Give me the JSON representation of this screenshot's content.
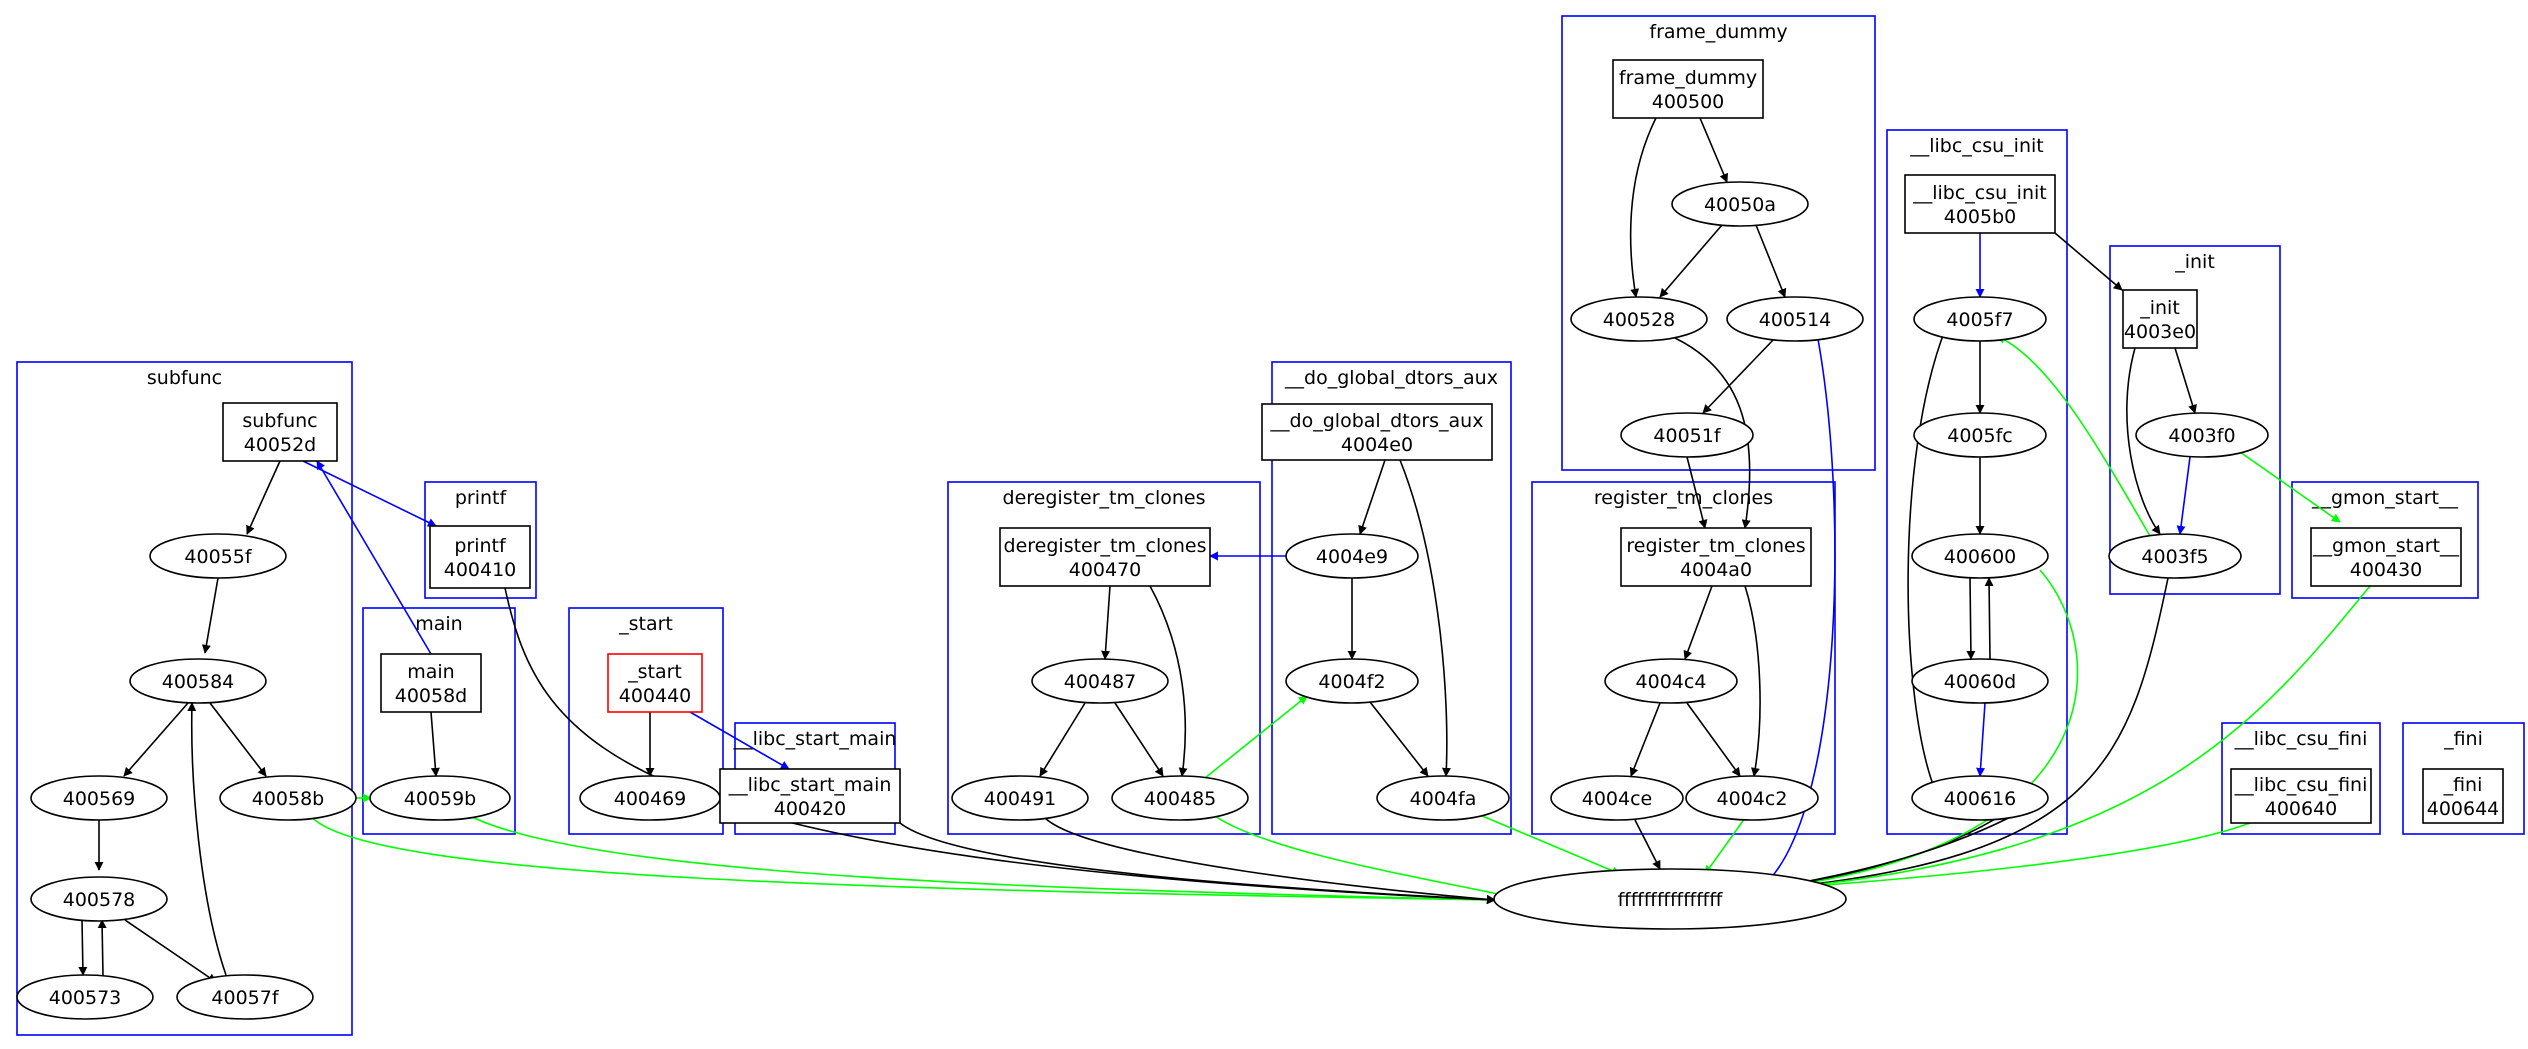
{
  "colors": {
    "black": "#000000",
    "blue": "#0000ff",
    "green": "#00ff00",
    "red": "#ff0000"
  },
  "clusters": [
    {
      "id": "subfunc",
      "title": "subfunc"
    },
    {
      "id": "printf",
      "title": "printf"
    },
    {
      "id": "main",
      "title": "main"
    },
    {
      "id": "start",
      "title": "_start"
    },
    {
      "id": "libc_start_main",
      "title": "__libc_start_main"
    },
    {
      "id": "deregister_tm_clones",
      "title": "deregister_tm_clones"
    },
    {
      "id": "do_global_dtors_aux",
      "title": "__do_global_dtors_aux"
    },
    {
      "id": "frame_dummy",
      "title": "frame_dummy"
    },
    {
      "id": "register_tm_clones",
      "title": "register_tm_clones"
    },
    {
      "id": "libc_csu_init",
      "title": "__libc_csu_init"
    },
    {
      "id": "init",
      "title": "_init"
    },
    {
      "id": "gmon_start",
      "title": "__gmon_start__"
    },
    {
      "id": "libc_csu_fini",
      "title": "__libc_csu_fini"
    },
    {
      "id": "fini",
      "title": "_fini"
    }
  ],
  "nodes": [
    {
      "id": "subfunc_entry",
      "shape": "box",
      "lines": [
        "subfunc",
        "40052d"
      ]
    },
    {
      "id": "n40055f",
      "shape": "ellipse",
      "lines": [
        "40055f"
      ]
    },
    {
      "id": "n400584",
      "shape": "ellipse",
      "lines": [
        "400584"
      ]
    },
    {
      "id": "n400569",
      "shape": "ellipse",
      "lines": [
        "400569"
      ]
    },
    {
      "id": "n40058b",
      "shape": "ellipse",
      "lines": [
        "40058b"
      ]
    },
    {
      "id": "n400578",
      "shape": "ellipse",
      "lines": [
        "400578"
      ]
    },
    {
      "id": "n400573",
      "shape": "ellipse",
      "lines": [
        "400573"
      ]
    },
    {
      "id": "n40057f",
      "shape": "ellipse",
      "lines": [
        "40057f"
      ]
    },
    {
      "id": "printf_entry",
      "shape": "box",
      "lines": [
        "printf",
        "400410"
      ]
    },
    {
      "id": "main_entry",
      "shape": "box",
      "lines": [
        "main",
        "40058d"
      ]
    },
    {
      "id": "n40059b",
      "shape": "ellipse",
      "lines": [
        "40059b"
      ]
    },
    {
      "id": "start_entry",
      "shape": "box",
      "lines": [
        "_start",
        "400440"
      ],
      "color": "red"
    },
    {
      "id": "n400469",
      "shape": "ellipse",
      "lines": [
        "400469"
      ]
    },
    {
      "id": "libc_start_main_entry",
      "shape": "box",
      "lines": [
        "__libc_start_main",
        "400420"
      ]
    },
    {
      "id": "dereg_entry",
      "shape": "box",
      "lines": [
        "deregister_tm_clones",
        "400470"
      ]
    },
    {
      "id": "n400487",
      "shape": "ellipse",
      "lines": [
        "400487"
      ]
    },
    {
      "id": "n400491",
      "shape": "ellipse",
      "lines": [
        "400491"
      ]
    },
    {
      "id": "n400485",
      "shape": "ellipse",
      "lines": [
        "400485"
      ]
    },
    {
      "id": "dtors_entry",
      "shape": "box",
      "lines": [
        "__do_global_dtors_aux",
        "4004e0"
      ]
    },
    {
      "id": "n4004e9",
      "shape": "ellipse",
      "lines": [
        "4004e9"
      ]
    },
    {
      "id": "n4004f2",
      "shape": "ellipse",
      "lines": [
        "4004f2"
      ]
    },
    {
      "id": "n4004fa",
      "shape": "ellipse",
      "lines": [
        "4004fa"
      ]
    },
    {
      "id": "frame_entry",
      "shape": "box",
      "lines": [
        "frame_dummy",
        "400500"
      ]
    },
    {
      "id": "n40050a",
      "shape": "ellipse",
      "lines": [
        "40050a"
      ]
    },
    {
      "id": "n400528",
      "shape": "ellipse",
      "lines": [
        "400528"
      ]
    },
    {
      "id": "n400514",
      "shape": "ellipse",
      "lines": [
        "400514"
      ]
    },
    {
      "id": "n40051f",
      "shape": "ellipse",
      "lines": [
        "40051f"
      ]
    },
    {
      "id": "reg_entry",
      "shape": "box",
      "lines": [
        "register_tm_clones",
        "4004a0"
      ]
    },
    {
      "id": "n4004c4",
      "shape": "ellipse",
      "lines": [
        "4004c4"
      ]
    },
    {
      "id": "n4004ce",
      "shape": "ellipse",
      "lines": [
        "4004ce"
      ]
    },
    {
      "id": "n4004c2",
      "shape": "ellipse",
      "lines": [
        "4004c2"
      ]
    },
    {
      "id": "csu_init_entry",
      "shape": "box",
      "lines": [
        "__libc_csu_init",
        "4005b0"
      ]
    },
    {
      "id": "n4005f7",
      "shape": "ellipse",
      "lines": [
        "4005f7"
      ]
    },
    {
      "id": "n4005fc",
      "shape": "ellipse",
      "lines": [
        "4005fc"
      ]
    },
    {
      "id": "n400600",
      "shape": "ellipse",
      "lines": [
        "400600"
      ]
    },
    {
      "id": "n40060d",
      "shape": "ellipse",
      "lines": [
        "40060d"
      ]
    },
    {
      "id": "n400616",
      "shape": "ellipse",
      "lines": [
        "400616"
      ]
    },
    {
      "id": "init_entry",
      "shape": "box",
      "lines": [
        "_init",
        "4003e0"
      ]
    },
    {
      "id": "n4003f0",
      "shape": "ellipse",
      "lines": [
        "4003f0"
      ]
    },
    {
      "id": "n4003f5",
      "shape": "ellipse",
      "lines": [
        "4003f5"
      ]
    },
    {
      "id": "gmon_entry",
      "shape": "box",
      "lines": [
        "__gmon_start__",
        "400430"
      ]
    },
    {
      "id": "csu_fini_entry",
      "shape": "box",
      "lines": [
        "__libc_csu_fini",
        "400640"
      ]
    },
    {
      "id": "fini_entry",
      "shape": "box",
      "lines": [
        "_fini",
        "400644"
      ]
    },
    {
      "id": "exit_node",
      "shape": "ellipse",
      "lines": [
        "ffffffffffffffff"
      ]
    }
  ],
  "edges": [
    {
      "from": "subfunc_entry",
      "to": "n40055f",
      "color": "black"
    },
    {
      "from": "subfunc_entry",
      "to": "printf_entry",
      "color": "blue"
    },
    {
      "from": "n40055f",
      "to": "n400584",
      "color": "black"
    },
    {
      "from": "n400584",
      "to": "n400569",
      "color": "black"
    },
    {
      "from": "n400584",
      "to": "n40058b",
      "color": "black"
    },
    {
      "from": "n400569",
      "to": "n400578",
      "color": "black"
    },
    {
      "from": "n400578",
      "to": "n400573",
      "color": "black"
    },
    {
      "from": "n400573",
      "to": "n400578",
      "color": "black"
    },
    {
      "from": "n400578",
      "to": "n40057f",
      "color": "black"
    },
    {
      "from": "n40057f",
      "to": "n400584",
      "color": "black"
    },
    {
      "from": "n40058b",
      "to": "n40059b",
      "color": "green"
    },
    {
      "from": "n40058b",
      "to": "exit_node",
      "color": "green"
    },
    {
      "from": "main_entry",
      "to": "subfunc_entry",
      "color": "blue"
    },
    {
      "from": "main_entry",
      "to": "n40059b",
      "color": "black"
    },
    {
      "from": "n40059b",
      "to": "exit_node",
      "color": "green"
    },
    {
      "from": "printf_entry",
      "to": "exit_node",
      "color": "black"
    },
    {
      "from": "start_entry",
      "to": "n400469",
      "color": "black"
    },
    {
      "from": "start_entry",
      "to": "libc_start_main_entry",
      "color": "blue"
    },
    {
      "from": "libc_start_main_entry",
      "to": "exit_node",
      "color": "black"
    },
    {
      "from": "dereg_entry",
      "to": "n400487",
      "color": "black"
    },
    {
      "from": "dereg_entry",
      "to": "n400485",
      "color": "black"
    },
    {
      "from": "n400487",
      "to": "n400491",
      "color": "black"
    },
    {
      "from": "n400487",
      "to": "n400485",
      "color": "black"
    },
    {
      "from": "n400491",
      "to": "exit_node",
      "color": "black"
    },
    {
      "from": "n400485",
      "to": "n4004f2",
      "color": "green"
    },
    {
      "from": "n400485",
      "to": "exit_node",
      "color": "green"
    },
    {
      "from": "dtors_entry",
      "to": "n4004e9",
      "color": "black"
    },
    {
      "from": "dtors_entry",
      "to": "n4004fa",
      "color": "black"
    },
    {
      "from": "n4004e9",
      "to": "dereg_entry",
      "color": "blue"
    },
    {
      "from": "n4004e9",
      "to": "n4004f2",
      "color": "black"
    },
    {
      "from": "n4004f2",
      "to": "n4004fa",
      "color": "black"
    },
    {
      "from": "n4004fa",
      "to": "exit_node",
      "color": "green"
    },
    {
      "from": "frame_entry",
      "to": "n40050a",
      "color": "black"
    },
    {
      "from": "frame_entry",
      "to": "n400528",
      "color": "black"
    },
    {
      "from": "n40050a",
      "to": "n400528",
      "color": "black"
    },
    {
      "from": "n40050a",
      "to": "n400514",
      "color": "black"
    },
    {
      "from": "n400514",
      "to": "n40051f",
      "color": "black"
    },
    {
      "from": "n400514",
      "to": "exit_node",
      "color": "blue"
    },
    {
      "from": "n400528",
      "to": "reg_entry",
      "color": "black"
    },
    {
      "from": "n40051f",
      "to": "reg_entry",
      "color": "black"
    },
    {
      "from": "reg_entry",
      "to": "n4004c4",
      "color": "black"
    },
    {
      "from": "reg_entry",
      "to": "n4004c2",
      "color": "black"
    },
    {
      "from": "n4004c4",
      "to": "n4004ce",
      "color": "black"
    },
    {
      "from": "n4004c4",
      "to": "n4004c2",
      "color": "black"
    },
    {
      "from": "n4004ce",
      "to": "exit_node",
      "color": "black"
    },
    {
      "from": "n4004c2",
      "to": "exit_node",
      "color": "green"
    },
    {
      "from": "csu_init_entry",
      "to": "n4005f7",
      "color": "black"
    },
    {
      "from": "csu_init_entry",
      "to": "init_entry",
      "color": "blue"
    },
    {
      "from": "n4005f7",
      "to": "n4005fc",
      "color": "black"
    },
    {
      "from": "n4005f7",
      "to": "n400616",
      "color": "black"
    },
    {
      "from": "n4005fc",
      "to": "n400600",
      "color": "black"
    },
    {
      "from": "n400600",
      "to": "n40060d",
      "color": "black"
    },
    {
      "from": "n40060d",
      "to": "n400600",
      "color": "black"
    },
    {
      "from": "n40060d",
      "to": "n400616",
      "color": "black"
    },
    {
      "from": "n400600",
      "to": "exit_node",
      "color": "blue"
    },
    {
      "from": "n400616",
      "to": "exit_node",
      "color": "green"
    },
    {
      "from": "init_entry",
      "to": "n4003f0",
      "color": "black"
    },
    {
      "from": "init_entry",
      "to": "n4003f5",
      "color": "black"
    },
    {
      "from": "n4003f0",
      "to": "n4003f5",
      "color": "black"
    },
    {
      "from": "n4003f0",
      "to": "gmon_entry",
      "color": "blue"
    },
    {
      "from": "n4003f5",
      "to": "n4005f7",
      "color": "green"
    },
    {
      "from": "n4003f5",
      "to": "exit_node",
      "color": "green"
    },
    {
      "from": "gmon_entry",
      "to": "exit_node",
      "color": "black"
    },
    {
      "from": "csu_fini_entry",
      "to": "exit_node",
      "color": "green"
    },
    {
      "from": "fini_entry",
      "to": "exit_node",
      "color": "green"
    }
  ]
}
